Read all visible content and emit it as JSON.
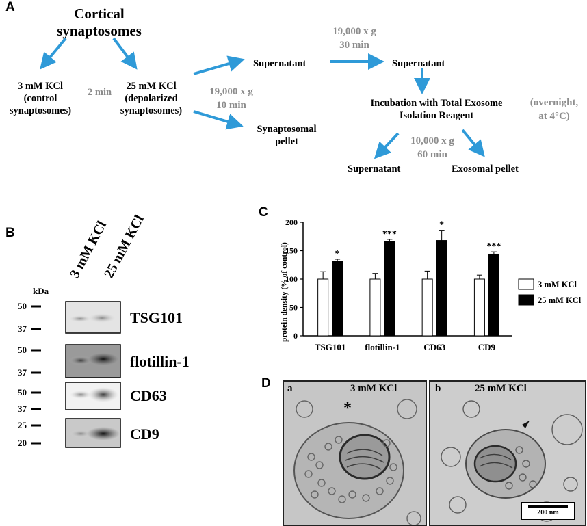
{
  "panels": {
    "A": "A",
    "B": "B",
    "C": "C",
    "D": "D"
  },
  "flow": {
    "title": "Cortical synaptosomes",
    "title_line1": "Cortical",
    "title_line2": "synaptosomes",
    "left_node": [
      "3 mM KCl",
      "(control",
      "synaptosomes)"
    ],
    "time_label": "2 min",
    "right_node": [
      "25 mM KCl",
      "(depolarized",
      "synaptosomes)"
    ],
    "spin1": [
      "19,000 x g",
      "10 min"
    ],
    "supernatant1": "Supernatant",
    "pellet1": [
      "Synaptosomal",
      "pellet"
    ],
    "spin2": [
      "19,000 x g",
      "30 min"
    ],
    "supernatant2": "Supernatant",
    "incubation": [
      "Incubation with Total Exosome",
      "Isolation Reagent"
    ],
    "overnight": [
      "(overnight,",
      "at 4°C)"
    ],
    "spin3": [
      "10,000 x g",
      "60 min"
    ],
    "supernatant3": "Supernatant",
    "exosomal_pellet": "Exosomal pellet",
    "arrow_color": "#2f9ad8"
  },
  "blot": {
    "lane_labels": [
      "3 mM KCl",
      "25 mM KCl"
    ],
    "unit": "kDa",
    "rows": [
      {
        "label": "TSG101",
        "markers": [
          "50",
          "37"
        ]
      },
      {
        "label": "flotillin-1",
        "markers": [
          "50",
          "37"
        ]
      },
      {
        "label": "CD63",
        "markers": [
          "50",
          "37"
        ]
      },
      {
        "label": "CD9",
        "markers": [
          "25",
          "20"
        ]
      }
    ]
  },
  "chart_data": {
    "type": "bar",
    "ylabel": "protein density (% of control)",
    "ylim": [
      0,
      200
    ],
    "yticks": [
      "0",
      "50",
      "100",
      "150",
      "200"
    ],
    "categories": [
      "TSG101",
      "flotillin-1",
      "CD63",
      "CD9"
    ],
    "series": [
      {
        "name": "3 mM KCl",
        "color": "#ffffff",
        "values": [
          100,
          100,
          100,
          100
        ],
        "errors": [
          13,
          10,
          14,
          7
        ]
      },
      {
        "name": "25 mM KCl",
        "color": "#000000",
        "values": [
          131,
          166,
          168,
          144
        ],
        "errors": [
          4,
          4,
          18,
          4
        ]
      }
    ],
    "significance": [
      "*",
      "***",
      "*",
      "***"
    ],
    "legend": "right"
  },
  "em": {
    "a": {
      "letter": "a",
      "label": "3 mM KCl",
      "marker": "*"
    },
    "b": {
      "letter": "b",
      "label": "25 mM KCl"
    },
    "scale_bar": "200 nm"
  }
}
